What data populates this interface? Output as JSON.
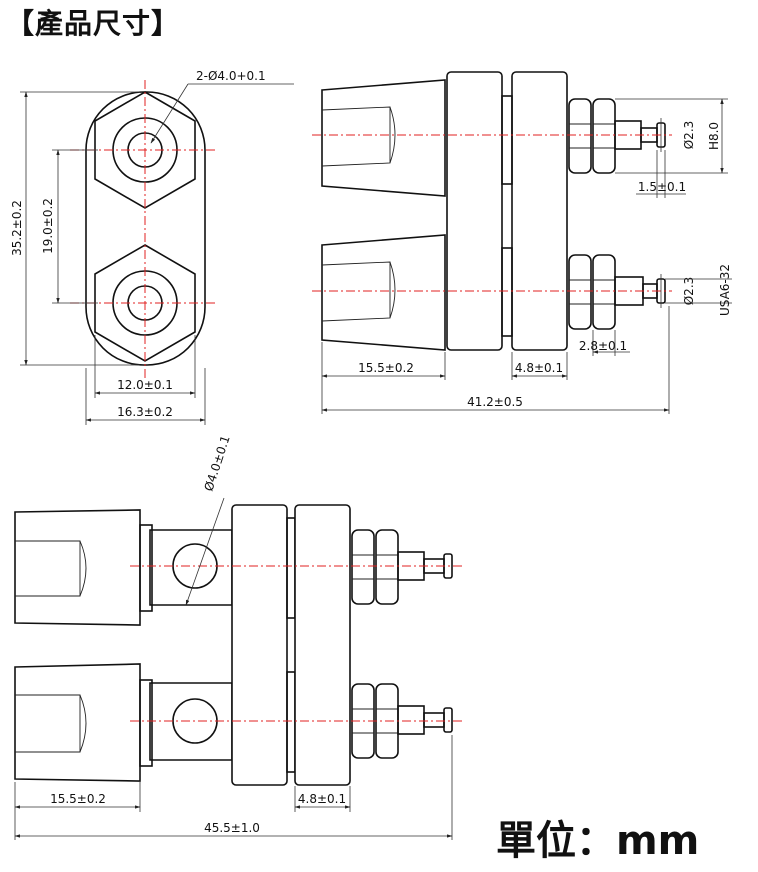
{
  "title": "【產品尺寸】",
  "units_label": "單位：mm",
  "front_view": {
    "hole_callout": "2-Ø4.0+0.1",
    "height_dim": "35.2±0.2",
    "pitch_dim": "19.0±0.2",
    "inner_width_dim": "12.0±0.1",
    "outer_width_dim": "16.3±0.2"
  },
  "side_view": {
    "pin_diameter_top": "Ø2.3",
    "pin_diameter_bottom": "Ø2.3",
    "hex_nut_label": "H8.0",
    "thread_label": "USA6-32",
    "tip_dim": "1.5±0.1",
    "groove_dim": "2.8±0.1",
    "cap_length_dim": "15.5±0.2",
    "flange_dim": "4.8±0.1",
    "total_length_dim": "41.2±0.5"
  },
  "bottom_view": {
    "hole_callout": "Ø4.0±0.1",
    "cap_length_dim": "15.5±0.2",
    "flange_dim": "4.8±0.1",
    "total_length_dim": "45.5±1.0"
  }
}
